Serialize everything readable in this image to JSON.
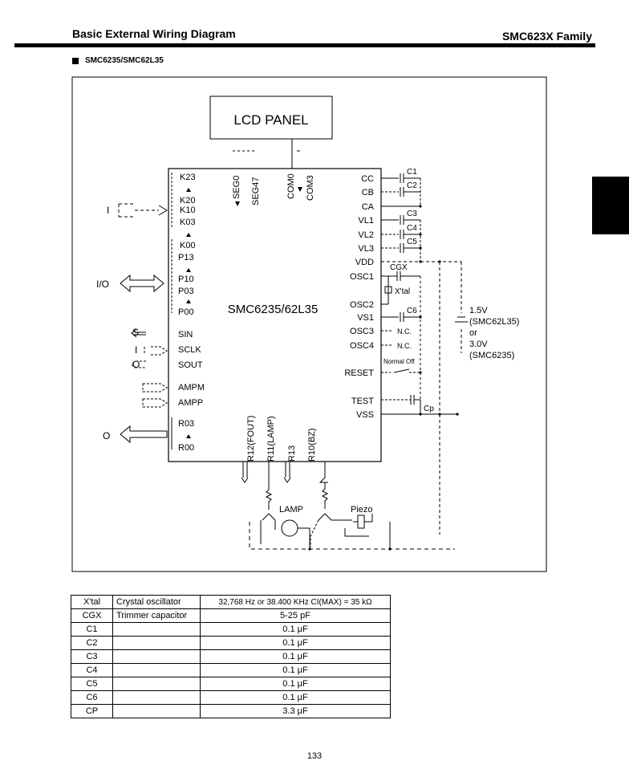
{
  "header": {
    "title": "Basic External Wiring Diagram",
    "family": "SMC623X Family"
  },
  "section": {
    "title": "SMC6235/SMC62L35"
  },
  "diagram": {
    "lcd_panel": "LCD PANEL",
    "chip_name": "SMC6235/62L35",
    "seg_start": "SEG0",
    "seg_end": "SEG47",
    "com_start": "COM0",
    "com_end": "COM3",
    "left_pins": [
      "K23",
      "K20",
      "K10",
      "K03",
      "K00",
      "P13",
      "P10",
      "P03",
      "P00",
      "SIN",
      "SCLK",
      "SOUT",
      "AMPM",
      "AMPP",
      "R03",
      "R00"
    ],
    "right_pins": [
      "CC",
      "CB",
      "CA",
      "VL1",
      "VL2",
      "VL3",
      "VDD",
      "OSC1",
      "OSC2",
      "VS1",
      "OSC3",
      "OSC4",
      "RESET",
      "TEST",
      "VSS"
    ],
    "bottom_pins": [
      "R12(FOUT)",
      "R11(LAMP)",
      "R13",
      "R10(BZ)"
    ],
    "io_labels": [
      "I",
      "I/O",
      "S",
      "I",
      "O",
      "O"
    ],
    "caps": [
      "C1",
      "C2",
      "C3",
      "C4",
      "C5",
      "C6",
      "CGX",
      "Cp"
    ],
    "xtal_label": "X'tal",
    "nc": "N.C.",
    "normal_off": "Normal Off",
    "lamp": "LAMP",
    "piezo": "Piezo",
    "supply_note": [
      "1.5V",
      "(SMC62L35)",
      "or",
      "3.0V",
      "(SMC6235)"
    ]
  },
  "table": {
    "rows": [
      [
        "X'tal",
        "Crystal oscillator",
        "32,768 Hz or 38.400 KHz CI(MAX) = 35 kΩ"
      ],
      [
        "CGX",
        "Trimmer capacitor",
        "5-25 pF"
      ],
      [
        "C1",
        "",
        "0.1 μF"
      ],
      [
        "C2",
        "",
        "0.1 μF"
      ],
      [
        "C3",
        "",
        "0.1 μF"
      ],
      [
        "C4",
        "",
        "0.1 μF"
      ],
      [
        "C5",
        "",
        "0.1 μF"
      ],
      [
        "C6",
        "",
        "0.1 μF"
      ],
      [
        "CP",
        "",
        "3.3 μF"
      ]
    ]
  },
  "page_number": "133"
}
